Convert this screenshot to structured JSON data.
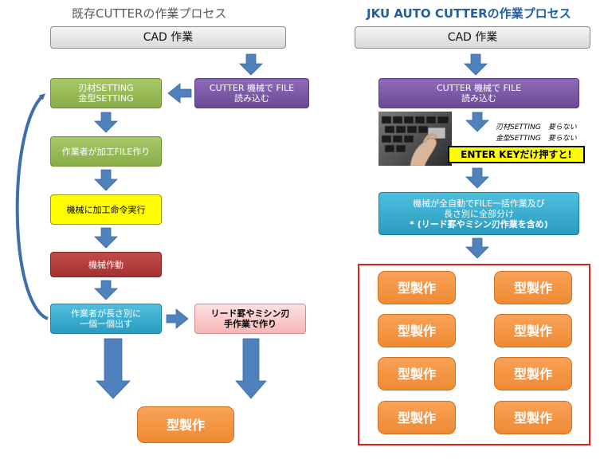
{
  "left": {
    "title": "既存CUTTERの作業プロセス",
    "cad": "CAD 作業",
    "read_file": [
      "CUTTER 機械で FILE",
      "読み込む"
    ],
    "setting": [
      "刃材SETTING",
      "金型SETTING"
    ],
    "worker_file": "作業者が加工FILE作り",
    "command": "機械に加工命令実行",
    "machine_run": "機械作動",
    "worker_cut": [
      "作業者が長さ別に",
      "一個一個出す"
    ],
    "manual": [
      "リード罫やミシン刃",
      "手作業で作り"
    ],
    "result": "型製作"
  },
  "right": {
    "title": "JKU AUTO CUTTERの作業プロセス",
    "cad": "CAD 作業",
    "read_file": [
      "CUTTER 機械で FILE",
      "読み込む"
    ],
    "notes": [
      "刃材SETTING　要らない",
      "金型SETTING　要らない"
    ],
    "enter": "ENTER KEYだけ押すと!",
    "auto": [
      "機械が全自動でFILE一括作業及び",
      "長さ別に全部分け",
      "* (リード罫やミシン刃作業を含め)"
    ],
    "results": [
      "型製作",
      "型製作",
      "型製作",
      "型製作",
      "型製作",
      "型製作",
      "型製作",
      "型製作"
    ]
  },
  "colors": {
    "arrow": "#4f81bd",
    "frame": "#e0201c",
    "title_left": "#595959",
    "title_right": "#1f5faa"
  },
  "icons": [
    "keyboard-photo"
  ]
}
